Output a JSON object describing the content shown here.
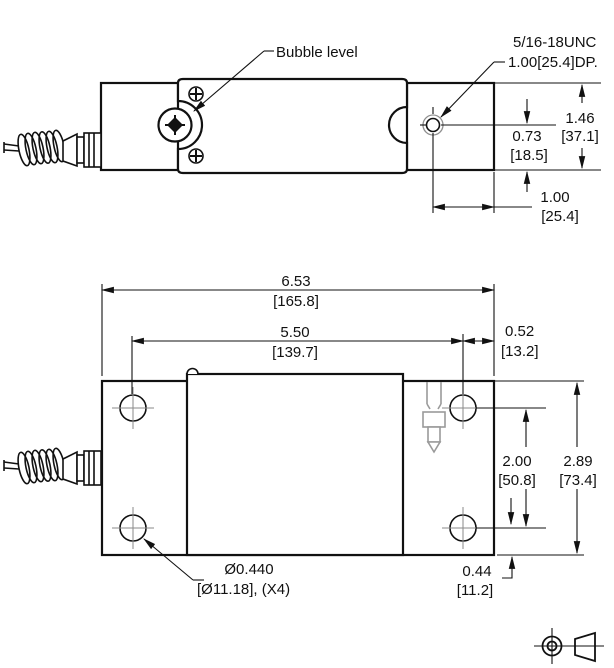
{
  "drawing": {
    "title_hint": "Load cell outline drawing, dimensions in inches [mm]",
    "labels": {
      "bubble_level": "Bubble level",
      "thread_note_line1": "5/16-18UNC",
      "thread_note_line2": "1.00[25.4]DP.",
      "hole_note_line1": "Ø0.440",
      "hole_note_line2": "[Ø11.18], (X4)"
    },
    "dims": {
      "d073": {
        "in": "0.73",
        "mm": "[18.5]"
      },
      "d146": {
        "in": "1.46",
        "mm": "[37.1]"
      },
      "d100": {
        "in": "1.00",
        "mm": "[25.4]"
      },
      "d653": {
        "in": "6.53",
        "mm": "[165.8]"
      },
      "d550": {
        "in": "5.50",
        "mm": "[139.7]"
      },
      "d052": {
        "in": "0.52",
        "mm": "[13.2]"
      },
      "d200": {
        "in": "2.00",
        "mm": "[50.8]"
      },
      "d289": {
        "in": "2.89",
        "mm": "[73.4]"
      },
      "d044": {
        "in": "0.44",
        "mm": "[11.2]"
      }
    },
    "symbols": {
      "projection": "third-angle-projection"
    },
    "colors": {
      "line": "#111111",
      "centerline": "#8a8a8a",
      "phantom": "#9a9a9a",
      "background": "#ffffff"
    }
  }
}
